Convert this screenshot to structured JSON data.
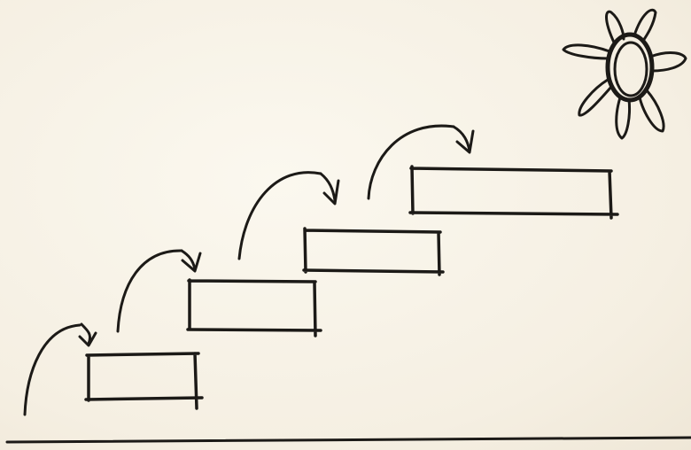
{
  "diagram": {
    "steps": [
      {
        "id": 1
      },
      {
        "id": 2
      },
      {
        "id": 3
      },
      {
        "id": 4
      }
    ],
    "arrows": [
      {
        "from": "ground",
        "to": 1
      },
      {
        "from": 1,
        "to": 2
      },
      {
        "from": 2,
        "to": 3
      },
      {
        "from": 3,
        "to": 4
      }
    ],
    "goal_icon": "sun-icon",
    "colors": {
      "paper": "#f6f1e6",
      "ink": "#1c1a17"
    }
  }
}
